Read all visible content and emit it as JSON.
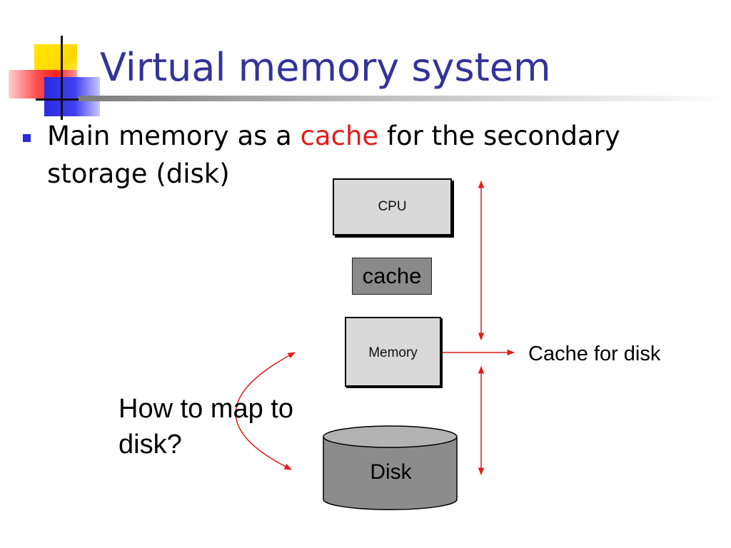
{
  "slide": {
    "title": "Virtual memory system",
    "bullet": {
      "before": "Main memory as a ",
      "highlight": "cache",
      "after": " for the secondary storage (disk)"
    }
  },
  "diagram": {
    "cpu_label": "CPU",
    "cache_label": "cache",
    "memory_label": "Memory",
    "disk_label": "Disk",
    "memory_role_label": "Cache for disk",
    "question": "How to map to disk?"
  },
  "colors": {
    "title": "#333399",
    "highlight": "#e61919",
    "arrow": "#e61919",
    "bullet": "#2a2ae0"
  }
}
